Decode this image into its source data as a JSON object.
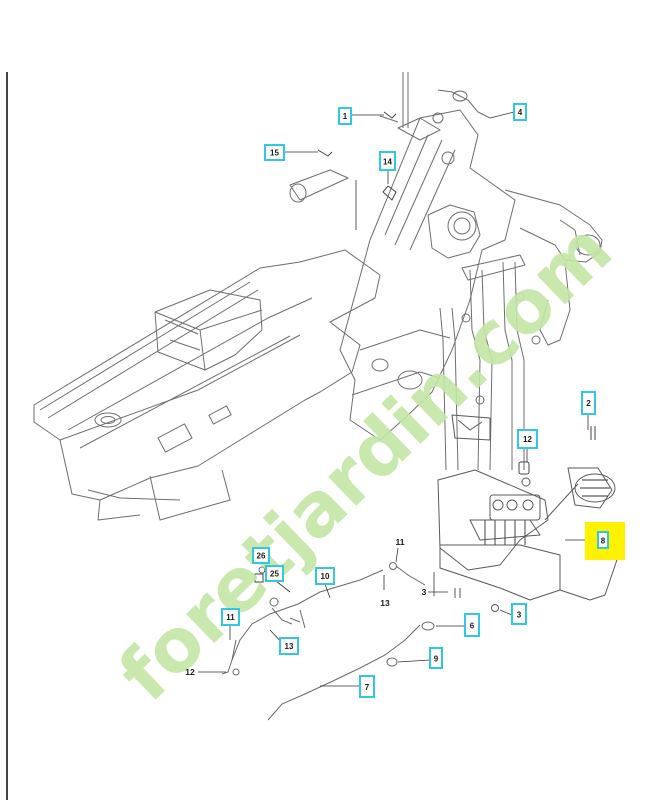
{
  "diagram": {
    "callouts_boxed": [
      {
        "id": "c1",
        "label": "1"
      },
      {
        "id": "c4",
        "label": "4"
      },
      {
        "id": "c15",
        "label": "15"
      },
      {
        "id": "c14",
        "label": "14"
      },
      {
        "id": "c2",
        "label": "2"
      },
      {
        "id": "c12a",
        "label": "12"
      },
      {
        "id": "c8",
        "label": "8"
      },
      {
        "id": "c26",
        "label": "26"
      },
      {
        "id": "c25",
        "label": "25"
      },
      {
        "id": "c10",
        "label": "10"
      },
      {
        "id": "c11b",
        "label": "11"
      },
      {
        "id": "c13b",
        "label": "13"
      },
      {
        "id": "c6",
        "label": "6"
      },
      {
        "id": "c9",
        "label": "9"
      },
      {
        "id": "c7",
        "label": "7"
      },
      {
        "id": "c3b",
        "label": "3"
      }
    ],
    "callouts_plain": [
      {
        "id": "p11",
        "label": "11"
      },
      {
        "id": "p13",
        "label": "13"
      },
      {
        "id": "p3",
        "label": "3"
      },
      {
        "id": "p12",
        "label": "12"
      }
    ],
    "highlight_color": "#fff200",
    "callout_box_color": "#33c7e6"
  },
  "watermark": {
    "text": "foretjardin.com",
    "color": "#c3e6a6"
  }
}
